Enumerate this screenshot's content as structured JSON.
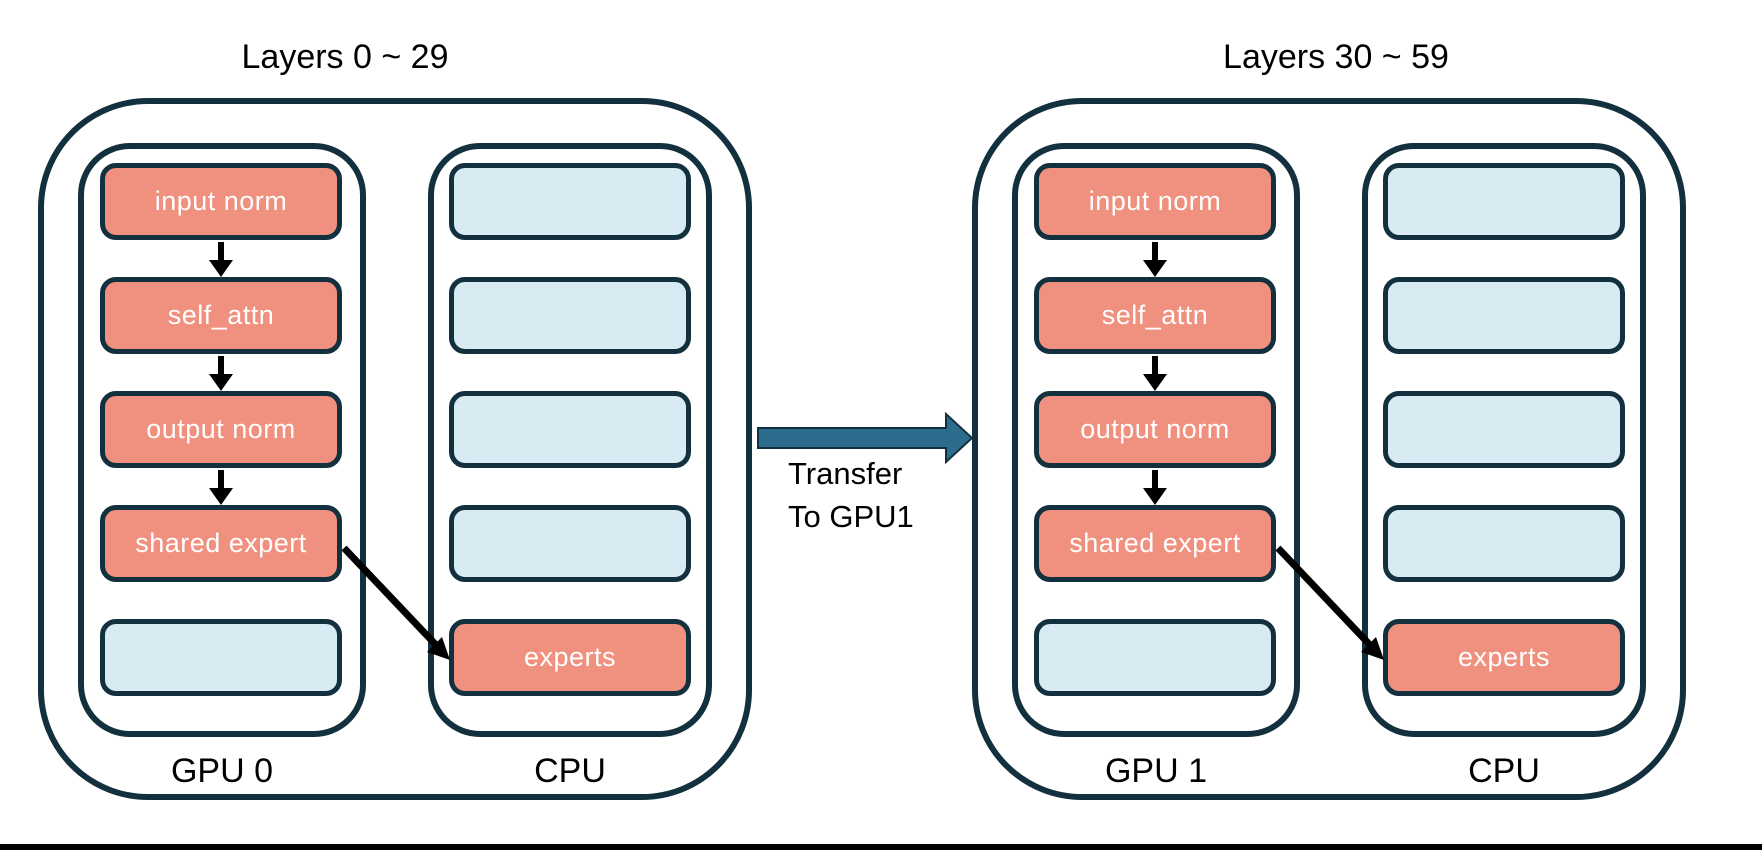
{
  "groups": [
    {
      "title": "Layers 0 ~ 29",
      "gpu_label": "GPU 0",
      "cpu_label": "CPU",
      "gpu_boxes": [
        "input norm",
        "self_attn",
        "output norm",
        "shared expert"
      ],
      "cpu_expert_label": "experts"
    },
    {
      "title": "Layers 30 ~ 59",
      "gpu_label": "GPU 1",
      "cpu_label": "CPU",
      "gpu_boxes": [
        "input norm",
        "self_attn",
        "output norm",
        "shared expert"
      ],
      "cpu_expert_label": "experts"
    }
  ],
  "transfer": {
    "line1": "Transfer",
    "line2": "To GPU1"
  },
  "colors": {
    "outline_navy": "#13303F",
    "module_salmon": "#F0907E",
    "placeholder_blue": "#D9EBF2",
    "transfer_arrow_teal": "#2C6C8D",
    "flow_arrow_black": "#000000"
  }
}
